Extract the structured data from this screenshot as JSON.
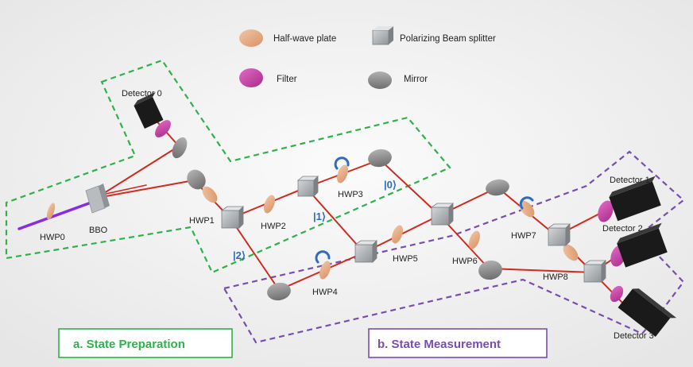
{
  "legend": {
    "half_wave_plate": "Half-wave plate",
    "polarizing_beam_splitter": "Polarizing Beam splitter",
    "filter": "Filter",
    "mirror": "Mirror"
  },
  "components": {
    "hwp0": "HWP0",
    "bbo": "BBO",
    "hwp1": "HWP1",
    "hwp2": "HWP2",
    "hwp3": "HWP3",
    "hwp4": "HWP4",
    "hwp5": "HWP5",
    "hwp6": "HWP6",
    "hwp7": "HWP7",
    "hwp8": "HWP8"
  },
  "detectors": {
    "d0": "Detector 0",
    "d1": "Detector 1",
    "d2": "Detector 2",
    "d3": "Detector 3"
  },
  "kets": {
    "k0": "|0⟩",
    "k1": "|1⟩",
    "k2": "|2⟩"
  },
  "sections": {
    "preparation": {
      "title": "a. State Preparation",
      "color": "#2db34a"
    },
    "measurement": {
      "title": "b. State Measurement",
      "color": "#7a4cb0"
    }
  },
  "colors": {
    "laser": "#d12a1e",
    "pump": "#8a2be2",
    "half_wave_plate": "#e2a57c",
    "filter": "#c93aa4",
    "mirror": "#8c8c8c",
    "detector": "#1a1a1a"
  }
}
